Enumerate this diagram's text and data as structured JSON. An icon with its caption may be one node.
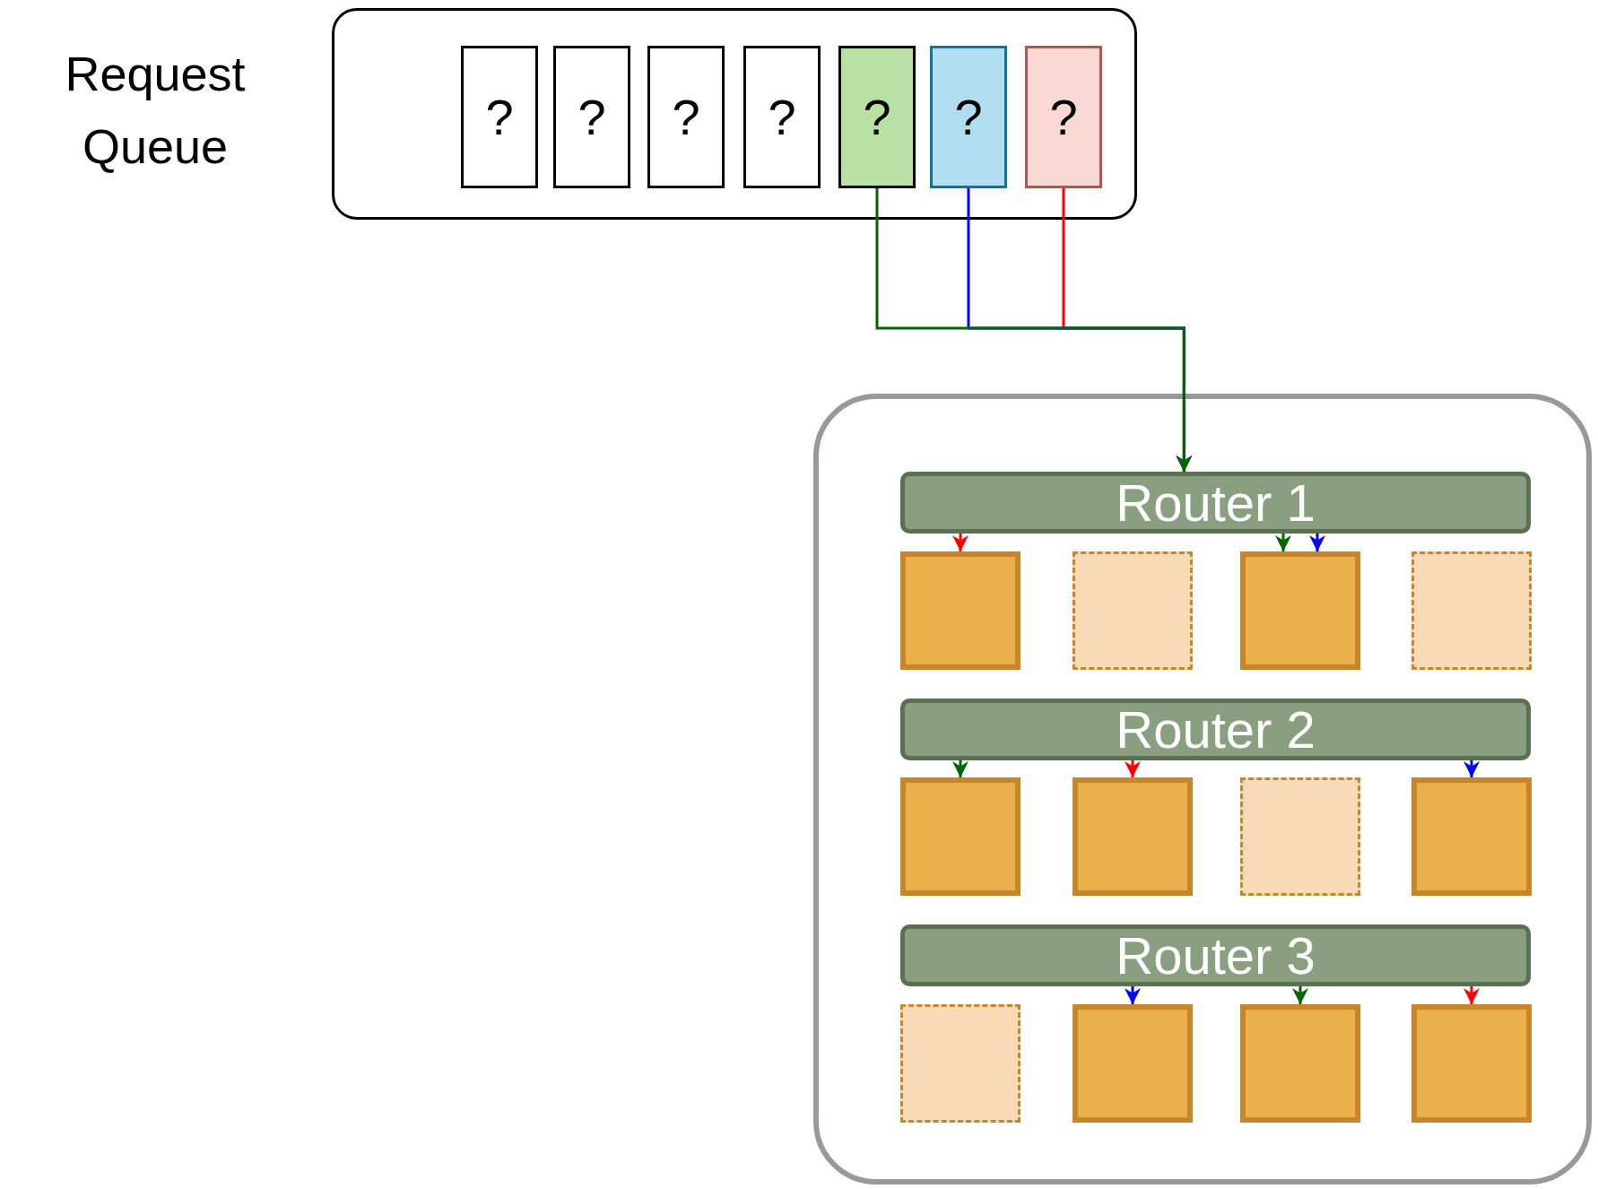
{
  "diagram": {
    "nodes": [
      {
        "text": [
          "Request Queue"
        ]
      },
      {
        "text": [
          "?"
        ],
        "in": 0
      },
      {
        "text": [
          "?"
        ],
        "in": 0
      },
      {
        "text": [
          "?"
        ],
        "in": 0
      },
      {
        "text": [
          "?"
        ],
        "in": 0
      },
      {
        "text": [
          "?"
        ],
        "in": 0
      },
      {
        "text": [
          "?"
        ],
        "in": 0
      },
      {
        "text": [
          "?"
        ],
        "in": 0
      },
      {
        "text": [],
        "shape": "box"
      },
      {
        "text": [
          "Router 1"
        ],
        "in": 8
      },
      {
        "text": [],
        "shape": "box",
        "in": 8
      },
      {
        "text": [],
        "shape": "box",
        "in": 8
      },
      {
        "text": [],
        "shape": "box",
        "in": 8
      },
      {
        "text": [],
        "shape": "box",
        "in": 8
      },
      {
        "text": [
          "Router 2"
        ],
        "in": 8
      },
      {
        "text": [],
        "shape": "box",
        "in": 8
      },
      {
        "text": [],
        "shape": "box",
        "in": 8
      },
      {
        "text": [],
        "shape": "box",
        "in": 8
      },
      {
        "text": [],
        "shape": "box",
        "in": 8
      },
      {
        "text": [
          "Router 3"
        ],
        "in": 8
      },
      {
        "text": [],
        "shape": "box",
        "in": 8
      },
      {
        "text": [],
        "shape": "box",
        "in": 8
      },
      {
        "text": [],
        "shape": "box",
        "in": 8
      },
      {
        "text": [],
        "shape": "box",
        "in": 8
      }
    ],
    "edges": [
      {
        "from": 7,
        "to": 9,
        "arrow": "to",
        "color": "#ff0000"
      },
      {
        "from": 6,
        "to": 9,
        "arrow": "to",
        "color": "#0000ff"
      },
      {
        "from": 5,
        "to": 9,
        "arrow": "to",
        "color": "#006600"
      },
      {
        "from": 9,
        "to": 10,
        "arrow": "to",
        "color": "#ff0000"
      },
      {
        "from": 9,
        "to": 12,
        "arrow": "to",
        "color": "#006600"
      },
      {
        "from": 9,
        "to": 12,
        "arrow": "to",
        "color": "#0000ff"
      },
      {
        "from": 14,
        "to": 15,
        "arrow": "to",
        "color": "#006600"
      },
      {
        "from": 14,
        "to": 16,
        "arrow": "to",
        "color": "#ff0000"
      },
      {
        "from": 14,
        "to": 18,
        "arrow": "to",
        "color": "#0000ff"
      },
      {
        "from": 19,
        "to": 21,
        "arrow": "to",
        "color": "#0000ff"
      },
      {
        "from": 19,
        "to": 22,
        "arrow": "to",
        "color": "#006600"
      },
      {
        "from": 19,
        "to": 23,
        "arrow": "to",
        "color": "#ff0000"
      }
    ]
  }
}
